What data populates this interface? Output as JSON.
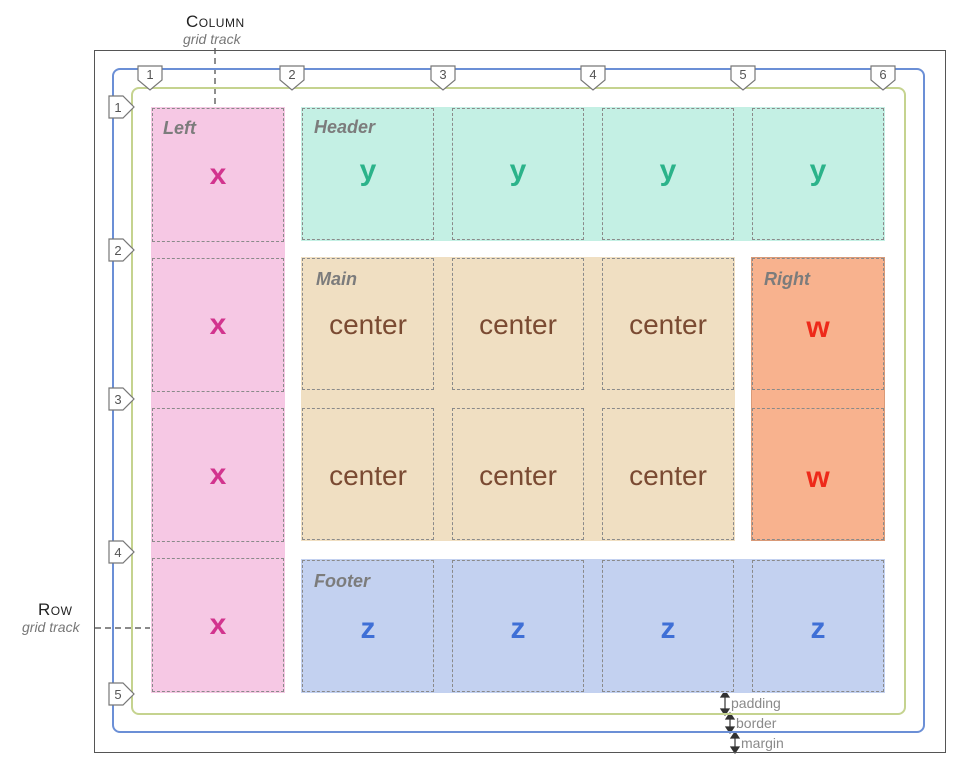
{
  "column_annotation": {
    "title": "Column",
    "subtitle": "grid track"
  },
  "row_annotation": {
    "title": "Row",
    "subtitle": "grid track"
  },
  "column_lines": [
    "1",
    "2",
    "3",
    "4",
    "5",
    "6"
  ],
  "row_lines": [
    "1",
    "2",
    "3",
    "4",
    "5"
  ],
  "areas": {
    "left": {
      "label": "Left",
      "symbol": "x",
      "color": "#f6c8e4"
    },
    "header": {
      "label": "Header",
      "symbol": "y",
      "color": "#c4f0e4"
    },
    "main": {
      "label": "Main",
      "symbol": "center",
      "color": "#f0dfc2"
    },
    "right": {
      "label": "Right",
      "symbol": "w",
      "color": "#f8b28e"
    },
    "footer": {
      "label": "Footer",
      "symbol": "z",
      "color": "#c3d1f0"
    }
  },
  "box_model": {
    "padding": "padding",
    "border": "border",
    "margin": "margin"
  },
  "colors": {
    "margin_line": "#6b8fd6",
    "border_line": "#c5d38f",
    "outer_frame": "#555555"
  }
}
